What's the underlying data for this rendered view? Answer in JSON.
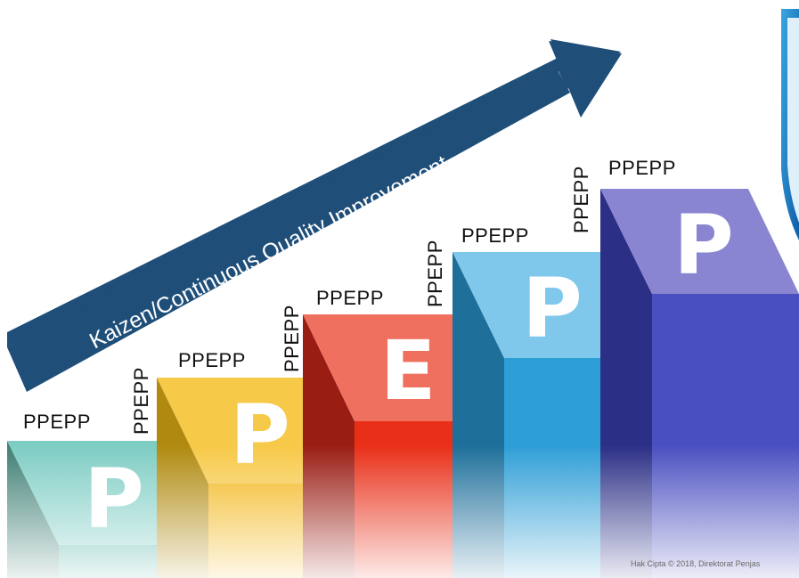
{
  "arrow_label": "Kaizen/Continuous Quality Improvement",
  "steps": [
    {
      "letter": "P",
      "cycle_top": "PPEPP",
      "cycle_side": "PPEPP"
    },
    {
      "letter": "P",
      "cycle_top": "PPEPP",
      "cycle_side": "PPEPP"
    },
    {
      "letter": "E",
      "cycle_top": "PPEPP",
      "cycle_side": "PPEPP"
    },
    {
      "letter": "P",
      "cycle_top": "PPEPP",
      "cycle_side": "PPEPP"
    },
    {
      "letter": "P",
      "cycle_top": "PPEPP"
    }
  ],
  "copyright": "Hak Cipta © 2018, Direktorat Penjas",
  "colors": {
    "arrow": "#1f4e79",
    "step1": "#7ecdc4",
    "step2": "#f7c948",
    "step3": "#f07060",
    "step4": "#7fc8ec",
    "step5": "#8a85d0"
  }
}
